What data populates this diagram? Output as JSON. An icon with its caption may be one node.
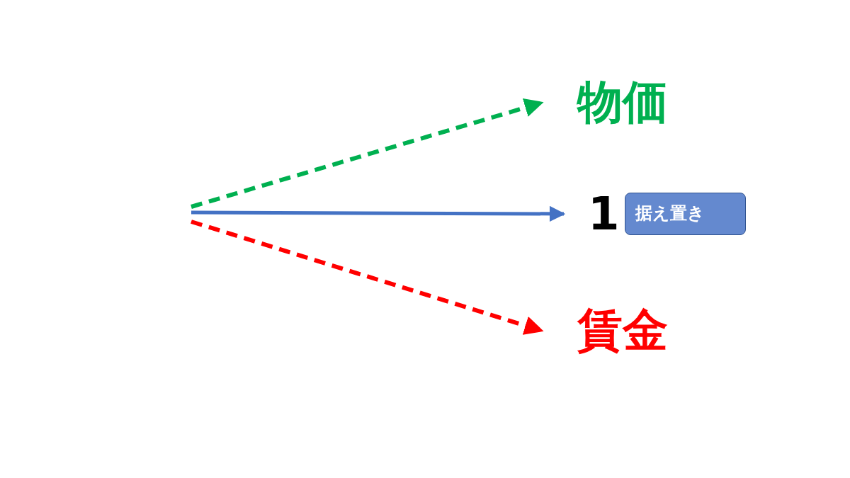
{
  "diagram": {
    "nodes": [
      {
        "text": [
          "物価"
        ]
      },
      {
        "text": [
          "1"
        ]
      },
      {
        "text": [
          "据え置き"
        ]
      },
      {
        "text": [
          "賃金"
        ]
      }
    ],
    "edges": [
      {
        "from": null,
        "to": 0,
        "arrow": "to",
        "style": "dashed",
        "color": "#00b050"
      },
      {
        "from": null,
        "to": 1,
        "arrow": "to",
        "color": "#4472c4"
      },
      {
        "from": null,
        "to": 3,
        "arrow": "to",
        "style": "dashed",
        "color": "#ff0000"
      }
    ]
  }
}
